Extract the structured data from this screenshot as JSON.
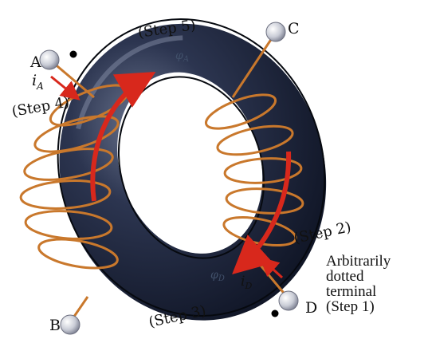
{
  "terminals": {
    "a": "A",
    "b": "B",
    "c": "C",
    "d": "D"
  },
  "currents": {
    "a": "i",
    "a_sub": "A",
    "d": "i",
    "d_sub": "D"
  },
  "fluxes": {
    "a": "φ",
    "a_sub": "A",
    "d": "φ",
    "d_sub": "D"
  },
  "steps": {
    "s2": "(Step 2)",
    "s3": "(Step 3)",
    "s4": "(Step 4)",
    "s5": "(Step 5)"
  },
  "note_lines": [
    "Arbitrarily",
    "dotted",
    "terminal",
    "(Step 1)"
  ],
  "colors": {
    "core": "#1a2236",
    "winding": "#c9782c",
    "arrow": "#d8281c",
    "terminal": "#c9ccd6",
    "dot": "#000000"
  }
}
